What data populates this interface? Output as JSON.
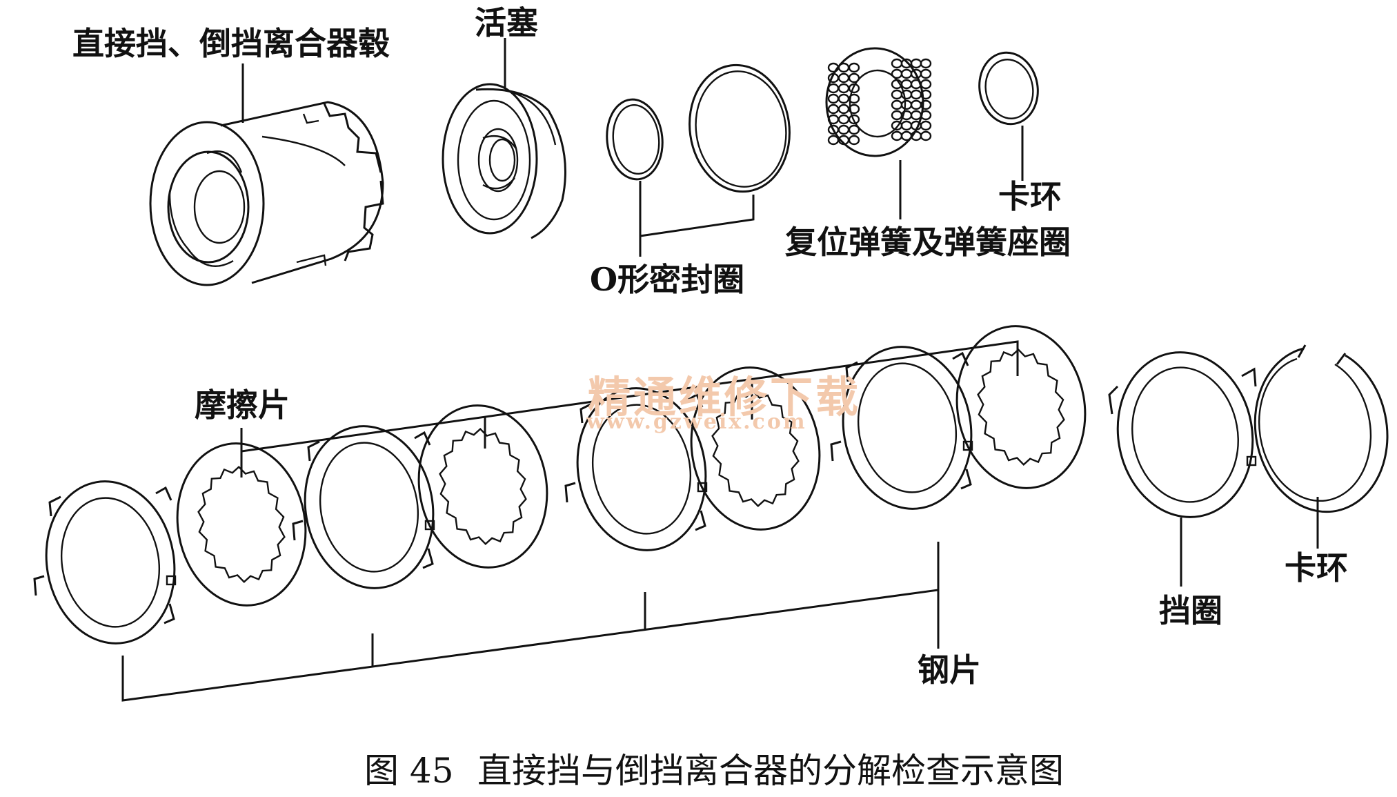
{
  "labels": {
    "hub": "直接挡、倒挡离合器毂",
    "piston": "活塞",
    "oring": "O形密封圈",
    "spring": "复位弹簧及弹簧座圈",
    "snapring_top": "卡环",
    "friction": "摩擦片",
    "steel": "钢片",
    "retainer": "挡圈",
    "snapring_bottom": "卡环"
  },
  "caption": {
    "figure_no": "图 45",
    "title": "直接挡与倒挡离合器的分解检查示意图"
  },
  "watermark": {
    "cn": "精通维修下载",
    "url": "www.gzweix.com"
  },
  "colors": {
    "line": "#111111",
    "watermark": "#f3c9ac",
    "background": "#ffffff"
  }
}
